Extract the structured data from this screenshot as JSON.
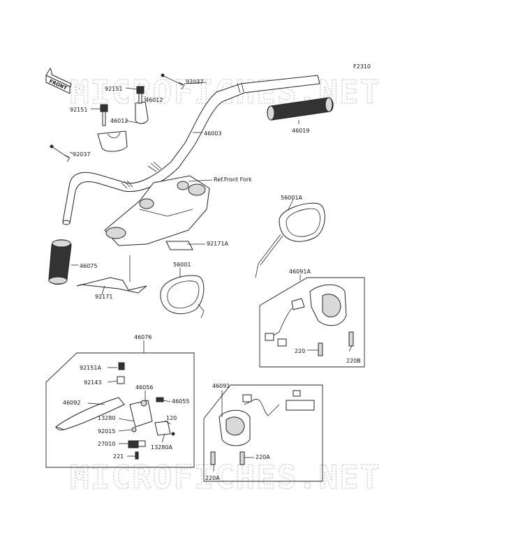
{
  "figure_code": "F2310",
  "watermark": "MICROFICHES.NET",
  "direction_label": "FRONT",
  "labels": {
    "p92037_top": "92037",
    "p92151_top": "92151",
    "p46012_top": "46012",
    "p92151_left": "92151",
    "p46012_left": "46012",
    "p46003": "46003",
    "p92037_left": "92037",
    "p46019": "46019",
    "ref_front_fork": "Ref.Front Fork",
    "p56001A": "56001A",
    "p92171A": "92171A",
    "p46075": "46075",
    "p56001": "56001",
    "p92171": "92171",
    "p46091A": "46091A",
    "p220": "220",
    "p220B": "220B",
    "p46076": "46076",
    "p92151A": "92151A",
    "p92143": "92143",
    "p46056": "46056",
    "p46055": "46055",
    "p46092": "46092",
    "p13280": "13280",
    "p120": "120",
    "p92015": "92015",
    "p27010": "27010",
    "p13280A": "13280A",
    "p221": "221",
    "p46091": "46091",
    "p220A_right": "220A",
    "p220A_bottom": "220A"
  }
}
